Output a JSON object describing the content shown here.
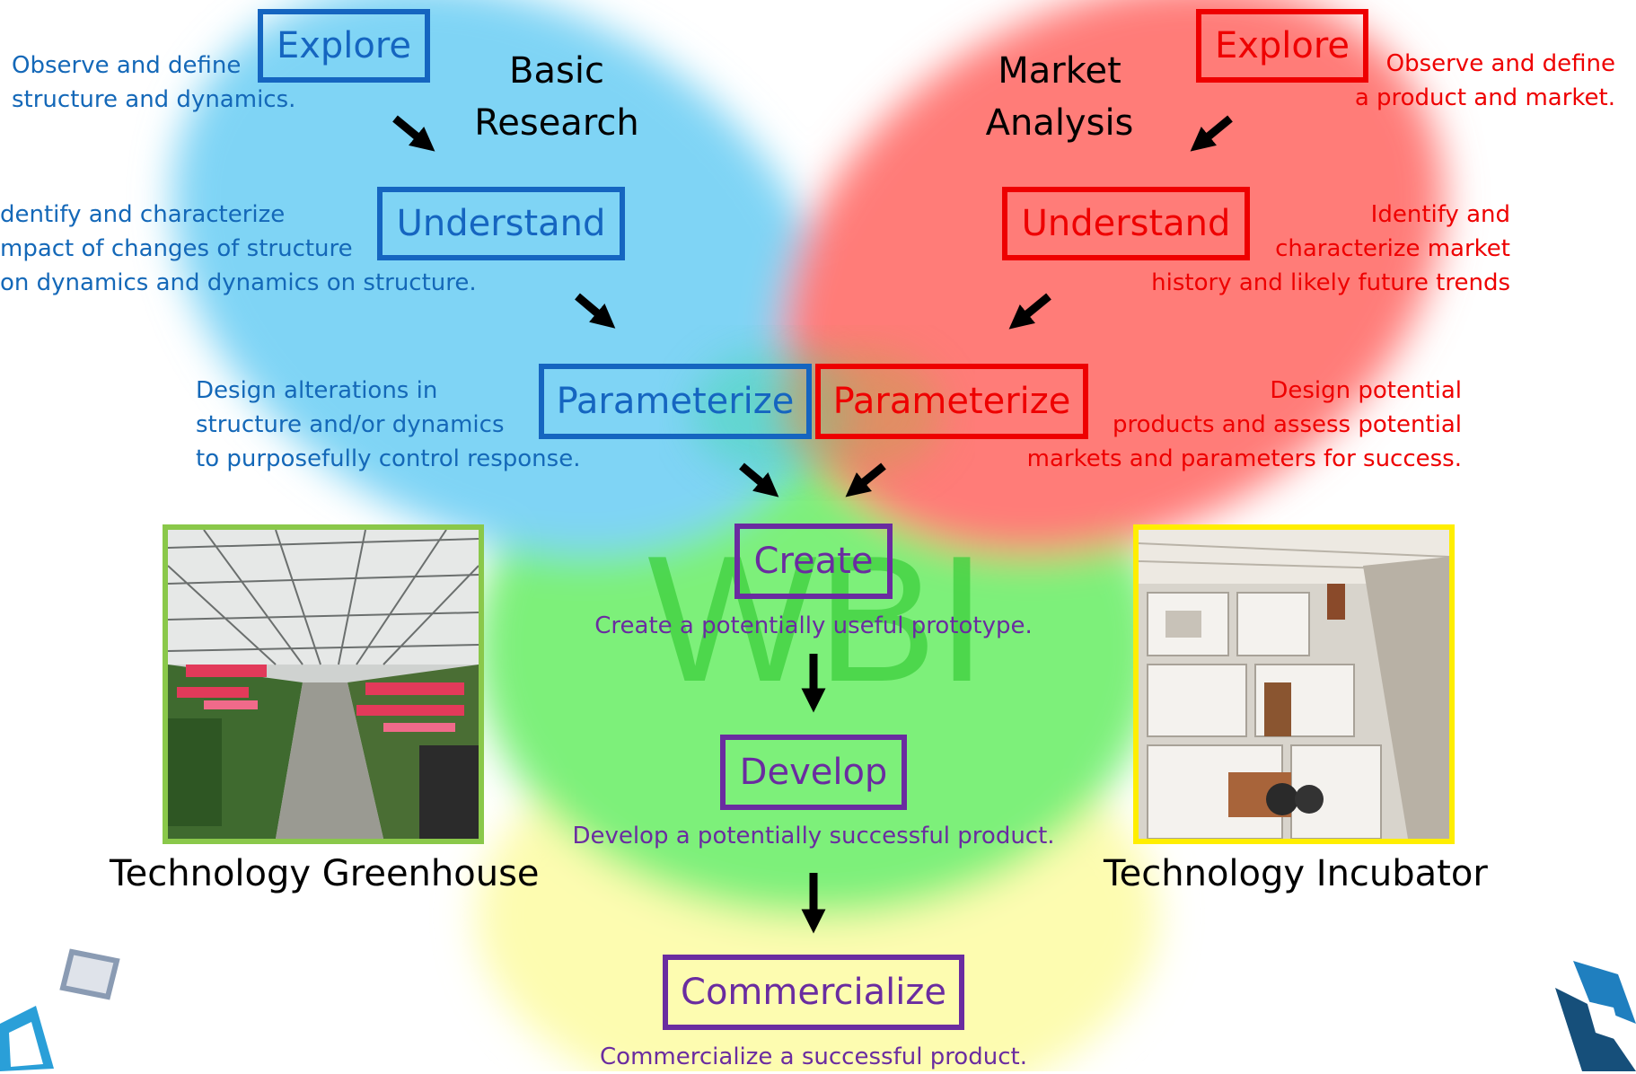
{
  "watermark": "WBI",
  "left": {
    "heading_line1": "Basic",
    "heading_line2": "Research",
    "explore": {
      "label": "Explore",
      "desc_line1": "Observe and define",
      "desc_line2": "structure and dynamics."
    },
    "understand": {
      "label": "Understand",
      "desc_line1": "dentify and characterize",
      "desc_line2": "mpact of changes of structure",
      "desc_line3": "on dynamics and dynamics on structure."
    },
    "parameterize": {
      "label": "Parameterize",
      "desc_line1": "Design alterations in",
      "desc_line2": "structure and/or dynamics",
      "desc_line3": "to purposefully control response."
    },
    "photo_caption": "Technology Greenhouse"
  },
  "right": {
    "heading_line1": "Market",
    "heading_line2": "Analysis",
    "explore": {
      "label": "Explore",
      "desc_line1": "Observe and define",
      "desc_line2": "a product and market."
    },
    "understand": {
      "label": "Understand",
      "desc_line1": "Identify and",
      "desc_line2": "characterize market",
      "desc_line3": "history and likely future trends"
    },
    "parameterize": {
      "label": "Parameterize",
      "desc_line1": "Design potential",
      "desc_line2": "products and assess potential",
      "desc_line3": "markets and parameters for success."
    },
    "photo_caption": "Technology Incubator"
  },
  "center": {
    "create": {
      "label": "Create",
      "desc": "Create a potentially useful prototype."
    },
    "develop": {
      "label": "Develop",
      "desc": "Develop a potentially successful product."
    },
    "commercialize": {
      "label": "Commercialize",
      "desc": "Commercialize a successful product."
    }
  },
  "colors": {
    "blue": "#1565c0",
    "red": "#ee0000",
    "purple": "#6a2ca0",
    "blue_petal": "#7fd4f5",
    "red_petal": "#ff7b78",
    "green_petal": "#7df07a",
    "yellow_petal": "#fdfcb0"
  },
  "icons": [
    "arrow-icon",
    "logo-cube-icon"
  ]
}
